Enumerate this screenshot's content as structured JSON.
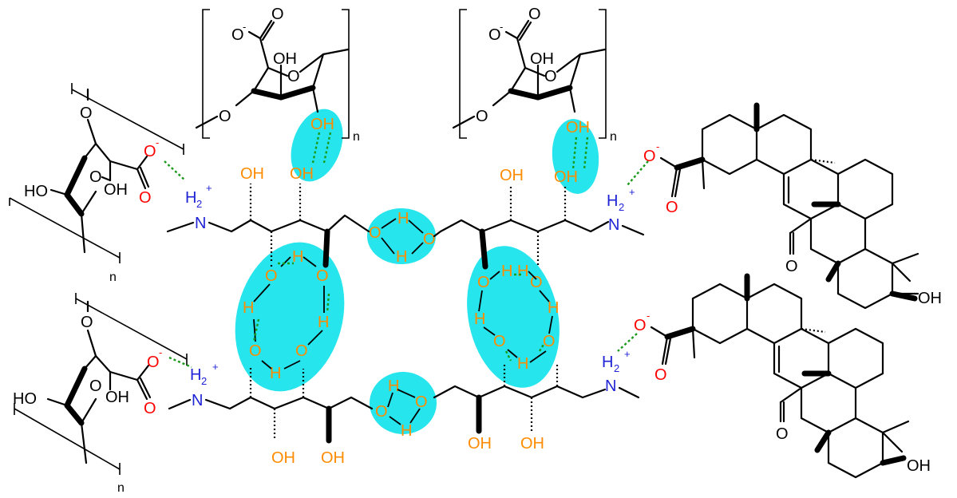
{
  "labels": {
    "oxygen": "O",
    "carboxylate_O": "O",
    "minus": "-",
    "plus": "+",
    "hydroxyl_OH": "OH",
    "hydroxyl_HO": "HO",
    "ammonium_H2": "H",
    "subscript_2": "2",
    "nitrogen": "N",
    "hydrogen": "H",
    "repeat_n": "n"
  },
  "colors": {
    "highlight": "#26e5ec",
    "hbond": "#1a9a1a",
    "oxygen": "#ff0000",
    "nitrogen": "#1f23d6",
    "water_hydroxyl": "#ff8c00"
  }
}
